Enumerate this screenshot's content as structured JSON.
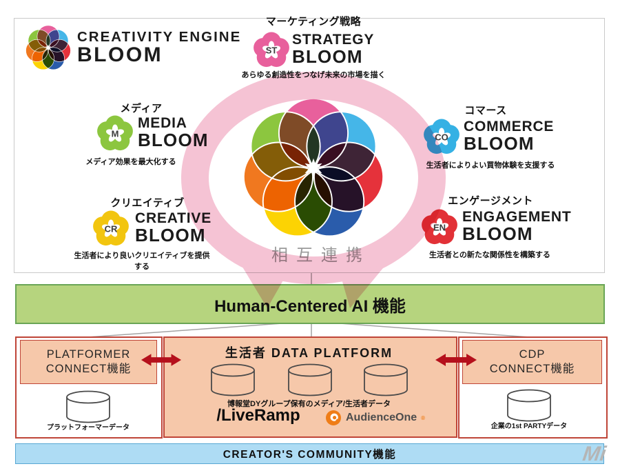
{
  "brand": {
    "line1": "CREATIVITY ENGINE",
    "line2": "BLOOM"
  },
  "modules": [
    {
      "jp": "マーケティング戦略",
      "name1": "STRATEGY",
      "name2": "BLOOM",
      "letters": "ST",
      "color": "#e8609c",
      "caption": "あらゆる創造性をつなげ未来の市場を描く"
    },
    {
      "jp": "メディア",
      "name1": "MEDIA",
      "name2": "BLOOM",
      "letters": "M",
      "color": "#8cc63f",
      "caption": "メディア効果を最大化する"
    },
    {
      "jp": "コマース",
      "name1": "COMMERCE",
      "name2": "BLOOM",
      "letters": "CO",
      "color": "#35b1e4",
      "caption": "生活者によりよい買物体験を支援する"
    },
    {
      "jp": "クリエイティブ",
      "name1": "CREATIVE",
      "name2": "BLOOM",
      "letters": "CR",
      "color": "#f2c50f",
      "caption": "生活者により良いクリエイティブを提供する"
    },
    {
      "jp": "エンゲージメント",
      "name1": "ENGAGEMENT",
      "name2": "BLOOM",
      "letters": "EN",
      "color": "#e23137",
      "caption": "生活者との新たな関係性を構築する"
    }
  ],
  "center": {
    "mutual_label": "相互連携"
  },
  "flower": {
    "petals": [
      "#e8609c",
      "#45b6e8",
      "#e5323b",
      "#2a5cab",
      "#fcd303",
      "#f0781f",
      "#8cc63f"
    ],
    "star_color": "#ffffff"
  },
  "ring": {
    "color": "#f5c3d4"
  },
  "ai_bar": {
    "label": "Human-Centered AI 機能",
    "fill": "#b6d47e",
    "border": "#69a556"
  },
  "platform_row": {
    "platformer": {
      "line1": "PLATFORMER",
      "line2": "CONNECT機能",
      "data_label": "プラットフォーマーデータ"
    },
    "data_platform": {
      "title": "生活者 DATA PLATFORM",
      "caption": "博報堂DYグループ保有のメディア/生活者データ",
      "logo_liveramp": "/LiveRamp",
      "logo_audienceone": "AudienceOne",
      "logo_audienceone_mark": "®"
    },
    "cdp": {
      "line1": "CDP",
      "line2": "CONNECT機能",
      "data_label": "企業の1st PARTYデータ"
    },
    "arrow_color": "#b5101c",
    "box_fill": "#f6c8aa",
    "box_border": "#bf4437"
  },
  "community_bar": {
    "label": "CREATOR'S COMMUNITY機能",
    "fill": "#aedcf4",
    "border": "#57a7d3"
  },
  "watermark": "Mi"
}
